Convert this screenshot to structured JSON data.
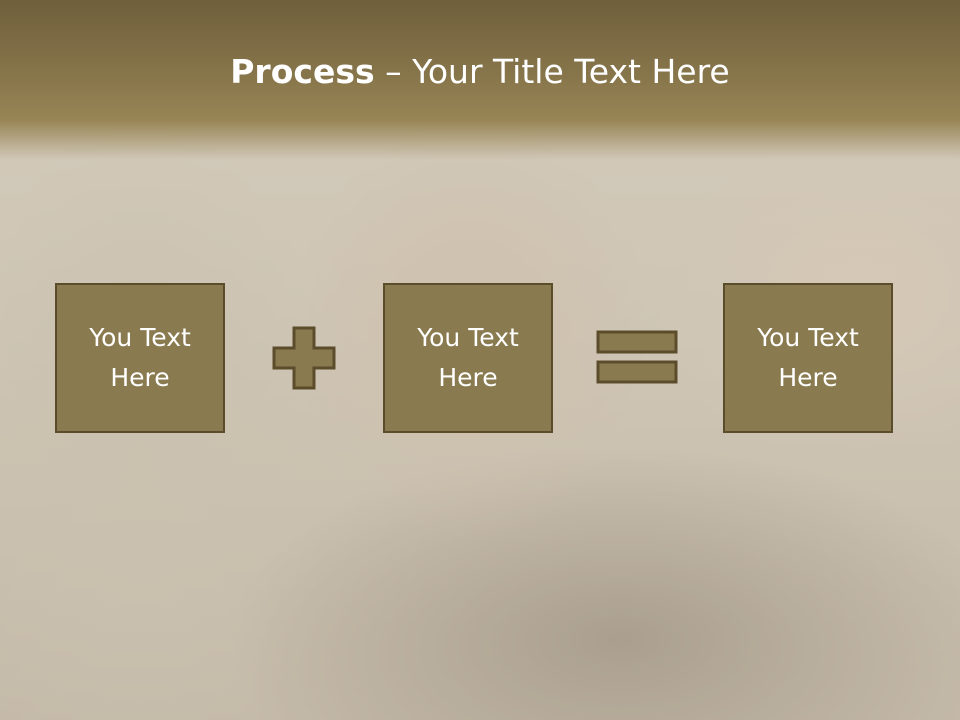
{
  "slide": {
    "title_bold": "Process",
    "title_rest": " – Your Title Text Here",
    "boxes": [
      {
        "text": "You Text Here"
      },
      {
        "text": "You Text Here"
      },
      {
        "text": "You Text Here"
      }
    ],
    "operators": [
      "plus-icon",
      "equals-icon"
    ],
    "colors": {
      "header": "#86744a",
      "box_fill": "#8a7a4f",
      "box_border": "#5b4c2c",
      "text": "#ffffff"
    }
  }
}
